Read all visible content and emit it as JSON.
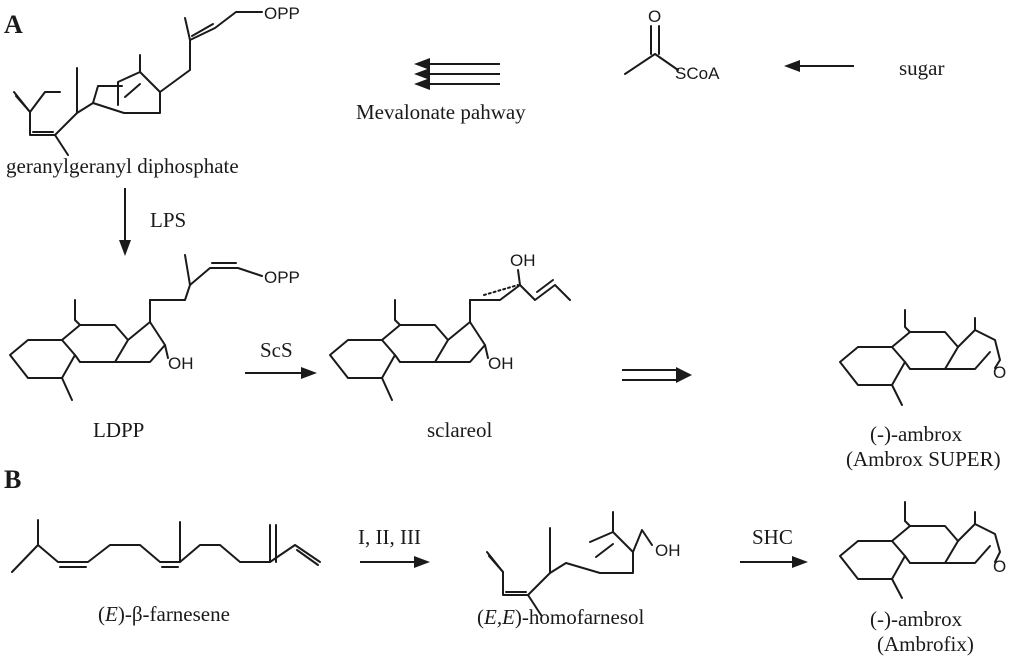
{
  "panels": {
    "a": "A",
    "b": "B"
  },
  "labels": {
    "ggpp": "geranylgeranyl diphosphate",
    "mevalonate": "Mevalonate pahway",
    "sugar": "sugar",
    "lps": "LPS",
    "scs": "ScS",
    "ldpp": "LDPP",
    "sclareol": "sclareol",
    "ambrox_super_1": "(-)-ambrox",
    "ambrox_super_2": "(Ambrox SUPER)",
    "iiiiii": "I, II, III",
    "shc": "SHC",
    "farnesene_e": "E",
    "farnesene_rest": "-β-farnesene",
    "homofarnesol_ee": "E,E",
    "homofarnesol_rest": "-homofarnesol",
    "ambrofix_1": "(-)-ambrox",
    "ambrofix_2": "(Ambrofix)"
  },
  "atoms": {
    "opp": "OPP",
    "o": "O",
    "scoa": "SCoA",
    "oh": "OH"
  }
}
